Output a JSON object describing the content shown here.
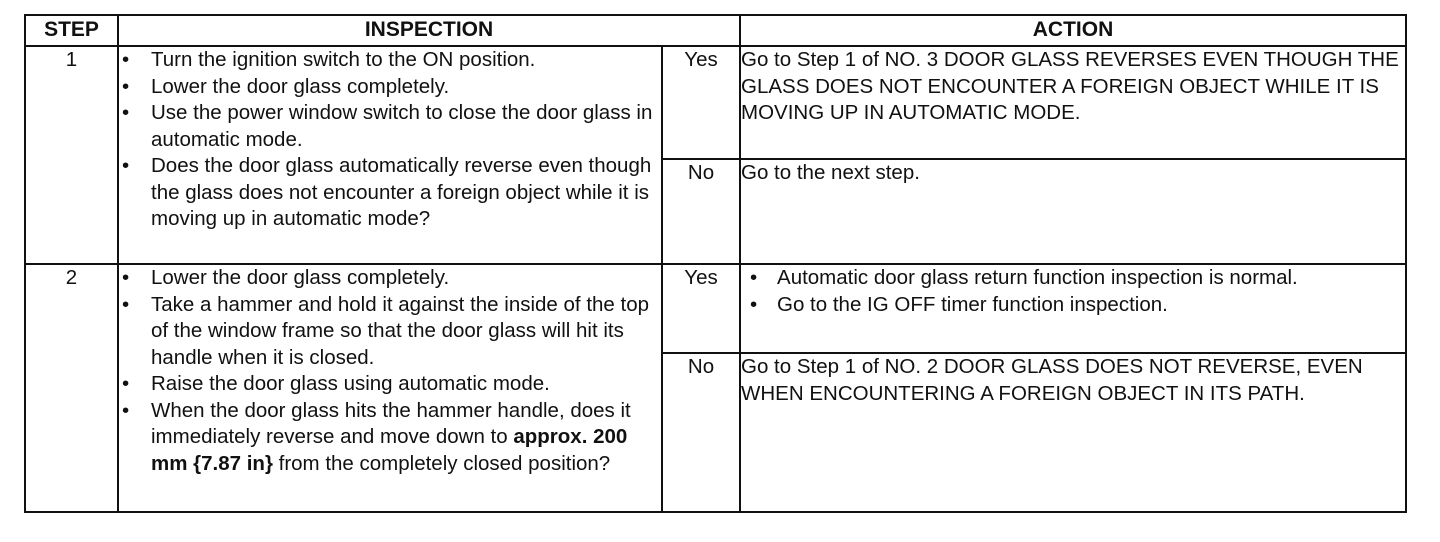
{
  "headers": {
    "step": "STEP",
    "inspection": "INSPECTION",
    "action": "ACTION"
  },
  "steps": [
    {
      "number": "1",
      "inspection": [
        "Turn the ignition switch to the ON position.",
        "Lower the door glass completely.",
        "Use the power window switch to close the door glass in automatic mode.",
        "Does the door glass automatically reverse even though the glass does not encounter a foreign object while it is moving up in automatic mode?"
      ],
      "yes_label": "Yes",
      "yes_action": "Go to Step 1 of NO. 3 DOOR GLASS REVERSES EVEN THOUGH THE GLASS DOES NOT ENCOUNTER A FOREIGN OBJECT WHILE IT IS MOVING UP IN AUTOMATIC MODE.",
      "no_label": "No",
      "no_action": "Go to the next step."
    },
    {
      "number": "2",
      "inspection": [
        "Lower the door glass completely.",
        "Take a hammer and hold it against the inside of the top of the window frame so that the door glass will hit its handle when it is closed.",
        "Raise the door glass using automatic mode."
      ],
      "inspection_last": {
        "before": "When the door glass hits the hammer handle, does it immediately reverse and move down to ",
        "bold": "approx. 200 mm {7.87 in}",
        "after": " from the completely closed position?"
      },
      "yes_label": "Yes",
      "yes_action": [
        "Automatic door glass return function inspection is normal.",
        "Go to the IG OFF timer function inspection."
      ],
      "no_label": "No",
      "no_action": "Go to Step 1 of NO. 2 DOOR GLASS DOES NOT REVERSE, EVEN WHEN ENCOUNTERING A FOREIGN OBJECT IN ITS PATH."
    }
  ]
}
